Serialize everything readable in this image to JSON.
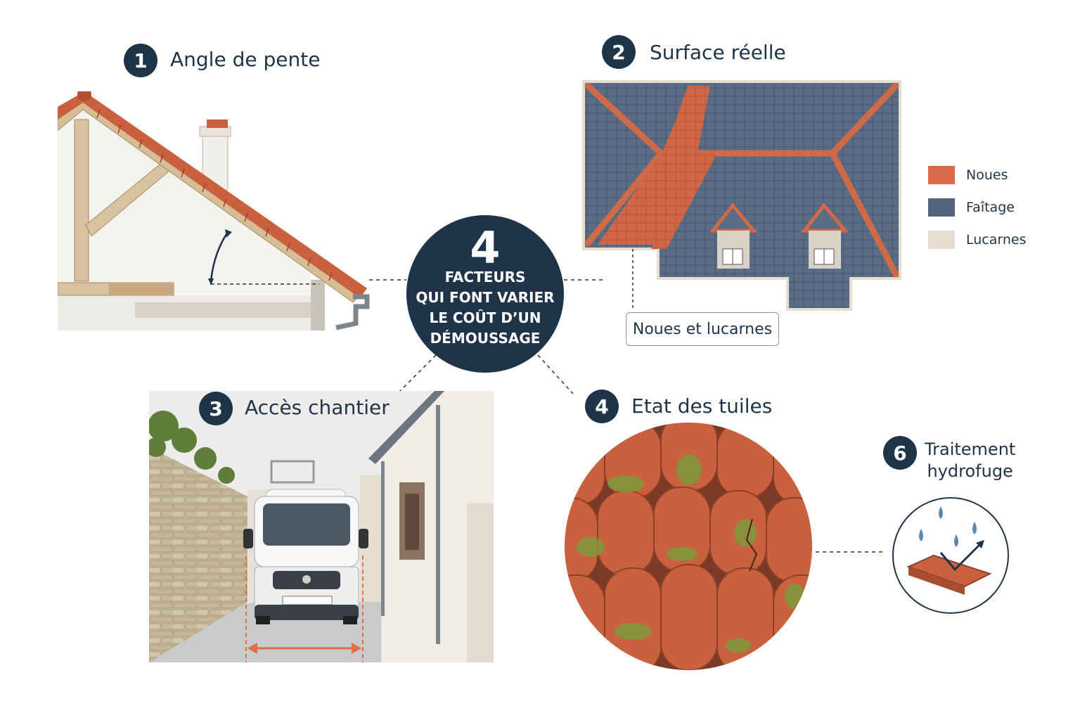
{
  "hub": {
    "number": "4",
    "line1": "FACTEURS",
    "line2": "QUI FONT VARIER",
    "line3": "LE COÛT D’UN",
    "line4": "DÉMOUSSAGE"
  },
  "sections": [
    {
      "number": "1",
      "title": "Angle de pente"
    },
    {
      "number": "2",
      "title": "Surface réelle"
    },
    {
      "number": "3",
      "title": "Accès chantier"
    },
    {
      "number": "4",
      "title": "Etat des tuiles"
    },
    {
      "number": "6",
      "title_line1": "Traitement",
      "title_line2": "hydrofuge"
    }
  ],
  "legend": [
    {
      "label": "Noues",
      "color": "#d9694a"
    },
    {
      "label": "Faîtage",
      "color": "#52657d"
    },
    {
      "label": "Lucarnes",
      "color": "#e6ddd0"
    }
  ],
  "callout": "Noues et lucarnes",
  "colors": {
    "navy": "#1f3448",
    "terracotta": "#c9603e",
    "slate": "#5a6d85",
    "moss": "#7f9a3c"
  }
}
